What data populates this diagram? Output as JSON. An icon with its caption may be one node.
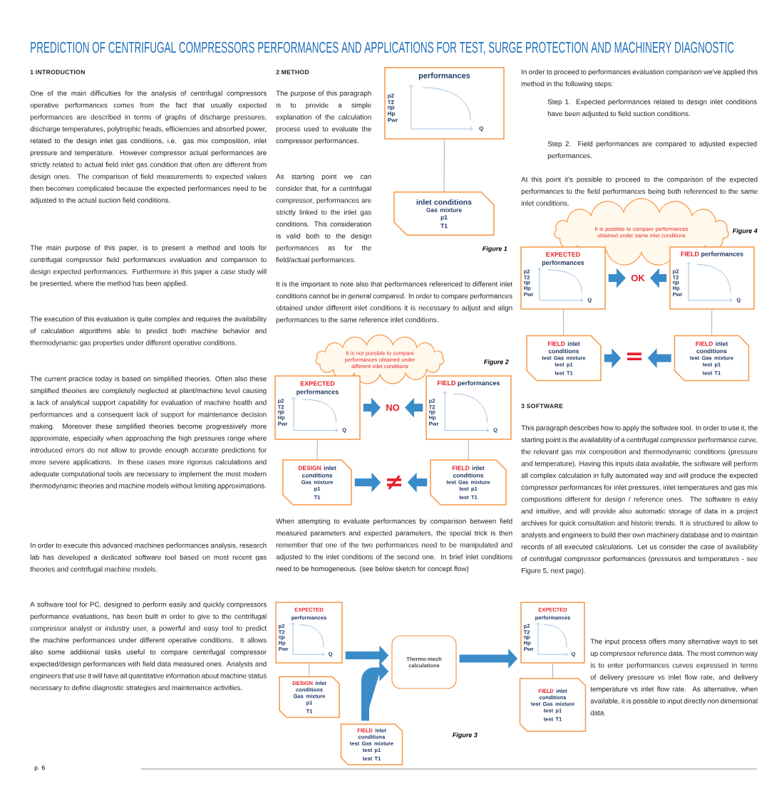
{
  "diagram": {
    "title": "PREDICTION OF CENTRIFUGAL COMPRESSORS PERFORMANCES AND APPLICATIONS FOR TEST, SURGE PROTECTION AND MACHINERY DIAGNOSTIC",
    "nodes": [
      {
        "text": [
          "performances",
          "p2",
          "T2",
          "ηp",
          "Hp",
          "Pwr",
          "Q"
        ]
      },
      {
        "text": [
          "inlet conditions",
          "Gas mixture",
          "p1",
          "T1"
        ]
      },
      {
        "text": [
          "It is not possible to compare performances obtained under different inlet conditions"
        ]
      },
      {
        "text": [
          "EXPECTED",
          "performances",
          "p2",
          "T2",
          "ηp",
          "Hp",
          "Pwr",
          "Q"
        ]
      },
      {
        "text": [
          "NO"
        ]
      },
      {
        "text": [
          "FIELD",
          "performances",
          "p2",
          "T2",
          "ηp",
          "Hp",
          "Pwr",
          "Q"
        ]
      },
      {
        "text": [
          "DESIGN",
          "inlet conditions",
          "Gas mixture",
          "p1",
          "T1"
        ]
      },
      {
        "text": [
          "≠"
        ]
      },
      {
        "text": [
          "FIELD",
          "inlet conditions",
          "test Gas mixture",
          "test p1",
          "test T1"
        ]
      },
      {
        "text": [
          "EXPECTED",
          "performances",
          "p2",
          "T2",
          "ηp",
          "Hp",
          "Pwr",
          "Q"
        ]
      },
      {
        "text": [
          "Thermo-mech calculations"
        ]
      },
      {
        "text": [
          "EXPECTED",
          "performances",
          "p2",
          "T2",
          "ηp",
          "Hp",
          "Pwr",
          "Q"
        ]
      },
      {
        "text": [
          "DESIGN",
          "inlet conditions",
          "Gas mixture",
          "p1",
          "T1"
        ]
      },
      {
        "text": [
          "FIELD",
          "inlet conditions",
          "test Gas mixture",
          "test p1",
          "test T1"
        ]
      },
      {
        "text": [
          "FIELD",
          "inlet conditions",
          "test Gas mixture",
          "test p1",
          "test T1"
        ]
      },
      {
        "text": [
          "It is possible to compare performances obtained under same inlet conditions"
        ]
      },
      {
        "text": [
          "EXPECTED",
          "performances",
          "p2",
          "T2",
          "ηp",
          "Hp",
          "Pwr",
          "Q"
        ]
      },
      {
        "text": [
          "OK"
        ]
      },
      {
        "text": [
          "FIELD",
          "performances",
          "p2",
          "T2",
          "ηp",
          "Hp",
          "Pwr",
          "Q"
        ]
      },
      {
        "text": [
          "FIELD",
          "inlet conditions",
          "test Gas mixture",
          "test p1",
          "test T1"
        ]
      },
      {
        "text": [
          "="
        ]
      },
      {
        "text": [
          "FIELD",
          "inlet conditions",
          "test Gas mixture",
          "test p1",
          "test T1"
        ]
      }
    ],
    "edges": [
      {
        "from": 0,
        "to": 1,
        "arrow": "none",
        "color": "#95b3d7"
      },
      {
        "from": 3,
        "to": 4,
        "arrow": "to"
      },
      {
        "from": 5,
        "to": 4,
        "arrow": "to"
      },
      {
        "from": 3,
        "to": 6,
        "arrow": "none",
        "color": "#95b3d7"
      },
      {
        "from": 5,
        "to": 8,
        "arrow": "none",
        "color": "#95b3d7"
      },
      {
        "from": 6,
        "to": 7,
        "arrow": "to"
      },
      {
        "from": 8,
        "to": 7,
        "arrow": "to"
      },
      {
        "from": 9,
        "to": 12,
        "arrow": "none",
        "color": "#95b3d7"
      },
      {
        "from": 9,
        "to": 10,
        "arrow": "to"
      },
      {
        "from": 14,
        "to": 10,
        "arrow": "to"
      },
      {
        "from": 10,
        "to": 11,
        "arrow": "to"
      },
      {
        "from": 11,
        "to": 13,
        "arrow": "none",
        "color": "#95b3d7"
      },
      {
        "from": 16,
        "to": 17,
        "arrow": "to"
      },
      {
        "from": 18,
        "to": 17,
        "arrow": "to"
      },
      {
        "from": 16,
        "to": 19,
        "arrow": "none",
        "color": "#95b3d7"
      },
      {
        "from": 18,
        "to": 21,
        "arrow": "none",
        "color": "#95b3d7"
      },
      {
        "from": 19,
        "to": 20,
        "arrow": "to"
      },
      {
        "from": 21,
        "to": 20,
        "arrow": "to"
      }
    ],
    "labels": [
      "1 INTRODUCTION",
      "One of the main difficulties for the analysis of centrifugal compressors operative performances comes from the fact that usually expected performances are described in terms of graphs of discharge pressures, discharge temperatures, polytrophic heads, efficiencies and absorbed power, related to the design inlet gas conditions, i.e. gas mix composition, inlet pressure and temperature. However compressor actual performances are strictly related to actual field inlet gas condition that often are different from design ones. The comparison of field measurements to expected values then becomes complicated because the expected performances need to be adjusted to the actual suction field conditions.",
      "The main purpose of this paper, is to present a method and tools for centrifugal compressor field performances evaluation and comparison to design expected performances. Furthermore in this paper a case study will be presented, where the method has been applied.",
      "The execution of this evaluation is quite complex and requires the availability of calculation algorithms able to predict both machine behavior and thermodynamic gas properties under different operative conditions.",
      "The current practice today is based on simplified theories. Often also these simplified theories are completely neglected at plant/machine level causing a lack of analytical support capability for evaluation of machine health and performances and a consequent lack of support for maintenance decision making. Moreover these simplified theories become progressively more approximate, especially when approaching the high pressures range where introduced errors do not allow to provide enough accurate predictions for more severe applications. In these cases more rigorous calculations and adequate computational tools are necessary to implement the most modern thermodynamic theories and machine models without limiting approximations.",
      "In order to execute this advanced machines performances analysis, research lab has developed a dedicated software tool based on most recent gas theories and centrifugal machine models.",
      "A software tool for PC, designed to perform easily and quickly compressors performance evaluations, has been built in order to give to the centrifugal compressor analyst or industry user, a powerful and easy tool to predict the machine performances under different operative conditions. It allows also some additional tasks useful to compare centrifugal compressor expected/design performances with field data measured ones. Analysts and engineers that use it will have all quantitative information about machine status necessary to define diagnostic strategies and maintenance activities.",
      "2 METHOD",
      "The purpose of this paragraph is to provide a simple explanation of the calculation process used to evaluate the compressor performances.",
      "As starting point we can consider that, for a centrifugal compressor, performances are strictly linked to the inlet gas conditions. This consideration is valid both to the design performances as for the field/actual performances.",
      "Figure 1",
      "It is the important to note also that performances referenced to different inlet conditions cannot be in general compared. In order to compare performances obtained under different inlet conditions it is necessary to adjust and align performances to the same reference inlet conditions.",
      "Figure 2",
      "When attempting to evaluate performances by comparison between field measured parameters and expected parameters, the special trick is then remember that one of the two performances need to be manipulated and adjusted to the inlet conditions of the second one. In brief inlet conditions need to be homogeneous. (see below sketch for concept flow)",
      "Figure 3",
      "In order to proceed to performances evaluation comparison we've applied this method in the following steps:",
      "Step 1. Expected performances related to design inlet conditions have been adjusted to field suction conditions.",
      "Step 2. Field performances are compared to adjusted expected performances.",
      "At this point it's possible to proceed to the comparison of the expected performances to the field performances being both referenced to the same inlet conditions.",
      "Figure 4",
      "3 SOFTWARE",
      "This paragraph describes how to apply the software tool. In order to use it, the starting point is the availability of a centrifugal compressor performance curve, the relevant gas mix composition and thermodynamic conditions (pressure and temperature). Having this inputs data available, the software will perform all complex calculation in fully automated way and will produce the expected compressor performances for inlet pressures, inlet temperatures and gas mix compositions different for design / reference ones. The software is easy and intuitive, and will provide also automatic storage of data in a project archives for quick consultation and historic trends. It is structured to allow to analysts and engineers to build their own machinery database and to maintain records of all executed calculations. Let us consider the case of availability of centrifugal compressor performances (pressures and temperatures - see Figure 5, next page).",
      "The input process offers many alternative ways to set up compressor reference data. The most common way is to enter performances curves expressed in terms of delivery pressure vs inlet flow rate, and delivery temperature vs inlet flow rate. As alternative, when available, it is possible to input directly non dimensional data.",
      "p. 6"
    ]
  }
}
